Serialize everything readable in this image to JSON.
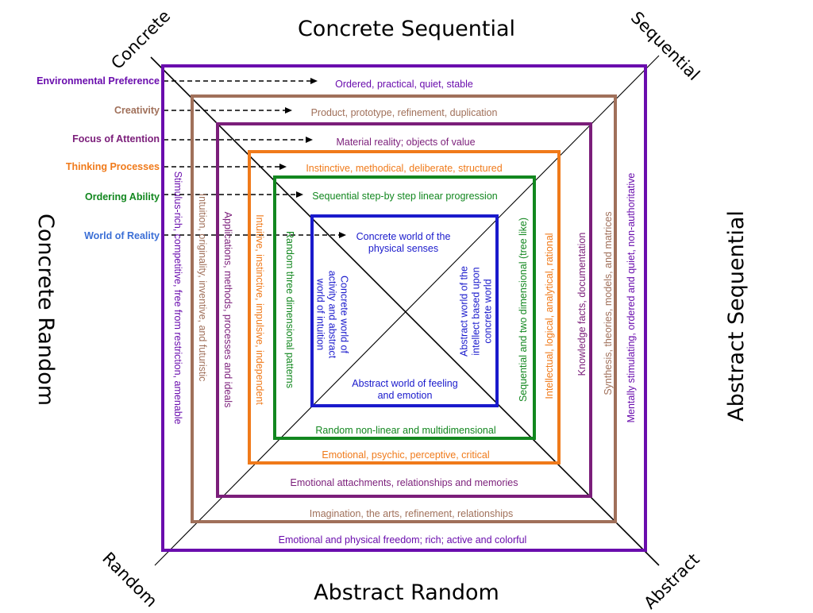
{
  "colors": {
    "violet": "#6a0dad",
    "brown": "#a0705a",
    "purple": "#7b1e7a",
    "orange": "#f07a1a",
    "green": "#12871f",
    "blue": "#1a1acc",
    "sky": "#3b6fd6"
  },
  "titles": {
    "top": "Concrete Sequential",
    "bottom": "Abstract Random",
    "left": "Concrete Random",
    "right": "Abstract Sequential"
  },
  "corners": {
    "top_left": "Concrete",
    "top_right": "Sequential",
    "bottom_left": "Random",
    "bottom_right": "Abstract"
  },
  "legend": [
    {
      "label": "Environmental Preference",
      "color": "violet"
    },
    {
      "label": "Creativity",
      "color": "brown"
    },
    {
      "label": "Focus of Attention",
      "color": "purple"
    },
    {
      "label": "Thinking Processes",
      "color": "orange"
    },
    {
      "label": "Ordering Ability",
      "color": "green"
    },
    {
      "label": "World of Reality",
      "color": "sky"
    }
  ],
  "layers": {
    "environmental": {
      "top": "Ordered, practical, quiet, stable",
      "bottom": "Emotional and physical freedom; rich; active and colorful",
      "left": "Stimulus-rich, competitive, free from restriction, amenable",
      "right": "Mentally stimulating, ordered and quiet, non-authoritative"
    },
    "creativity": {
      "top": "Product, prototype, refinement, duplication",
      "bottom": "Imagination, the arts, refinement, relationships",
      "left": "Intuition, originality, inventive, and futuristic",
      "right": "Synthesis, theories, models, and matrices"
    },
    "focus": {
      "top": "Material reality; objects of value",
      "bottom": "Emotional attachments, relationships and memories",
      "left": "Applications, methods, processes and ideals",
      "right": "Knowledge facts, documentation"
    },
    "thinking": {
      "top": "Instinctive, methodical, deliberate, structured",
      "bottom": "Emotional, psychic, perceptive, critical",
      "left": "Intuitive, instinctive, impulsive, independent",
      "right": "Intellectual, logical, analytical, rational"
    },
    "ordering": {
      "top": "Sequential step-by step linear progression",
      "bottom": "Random non-linear and multidimensional",
      "left": "Random three dimensional patterns",
      "right": "Sequential and two dimensional (tree like)"
    },
    "reality": {
      "top": "Concrete world of the physical senses",
      "bottom": "Abstract world of feeling and emotion",
      "left": "Concrete world of activity and abstract world of intuition",
      "right": "Abstract world of the intellect based upon concrete world"
    }
  }
}
